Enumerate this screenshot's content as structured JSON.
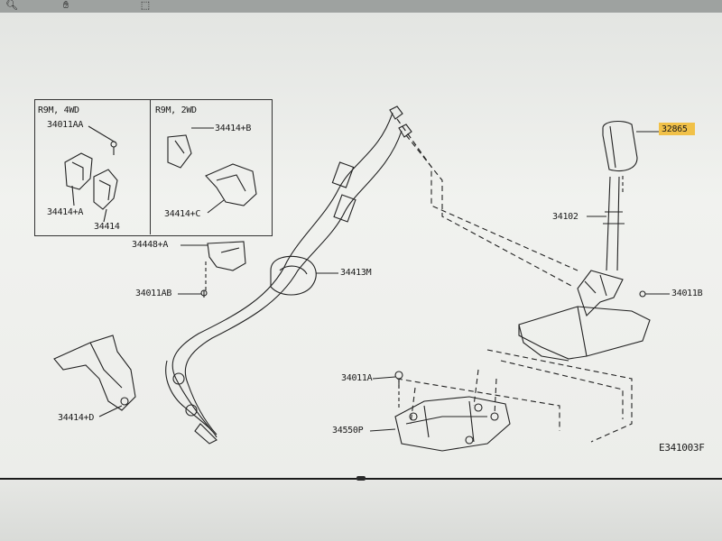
{
  "toolbar": {
    "icons": [
      "magnifier-icon",
      "hand-icon",
      "crop-icon"
    ]
  },
  "diagram": {
    "code": "E341003F",
    "inset_left": {
      "title": "R9M, 4WD",
      "labels": [
        "34011AA",
        "34414+A",
        "34414"
      ]
    },
    "inset_right": {
      "title": "R9M, 2WD",
      "labels": [
        "34414+B",
        "34414+C"
      ]
    },
    "parts": {
      "knob": "32865",
      "lever": "34102",
      "bolt_right": "34011B",
      "cable": "34413M",
      "bracket_top": "34448+A",
      "bolt_left": "34011AB",
      "bracket_bottom": "34414+D",
      "bolt_base": "34011A",
      "base": "34550P"
    },
    "highlight_color": "#f2b92b"
  }
}
